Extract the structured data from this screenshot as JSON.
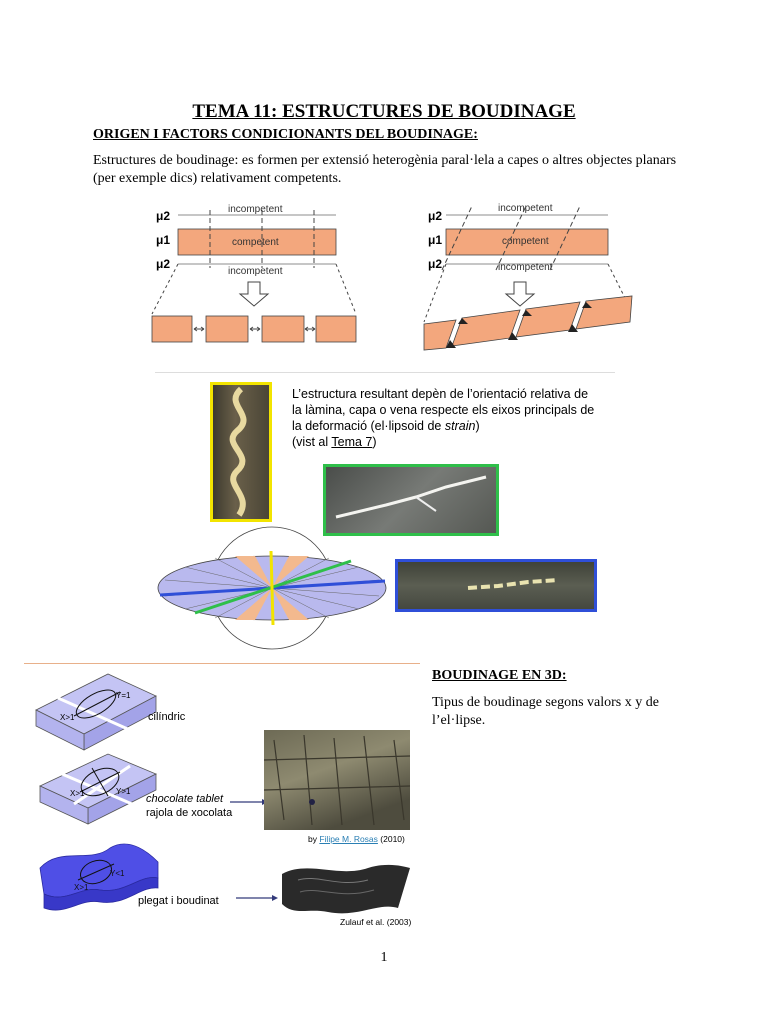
{
  "document": {
    "title": "TEMA 11: ESTRUCTURES DE BOUDINAGE",
    "section_title": "ORIGEN I FACTORS CONDICIONANTS DEL BOUDINAGE:",
    "intro_text": "Estructures de boudinage: es formen per extensió heterogènia paral·lela a capes o altres objectes planars (per exemple dics) relativament competents.",
    "section_3d_title": "BOUDINAGE EN 3D:",
    "section_3d_text": "Tipus de boudinage segons valors x y de l’el·lipse.",
    "page_number": "1"
  },
  "figure1": {
    "mu2": "μ2",
    "mu1": "μ1",
    "incompetent_top": "incompetent",
    "competent": "competent",
    "incompetent_bottom": "incompetent"
  },
  "figure2": {
    "line1": "L’estructura resultant depèn de l’orientació relativa de",
    "line2": "la làmina, capa o vena respecte els eixos principals de",
    "line3_a": "la deformació (el·lipsoid de ",
    "line3_b": "strain",
    "line3_c": ")",
    "line4_a": "(vist al ",
    "line4_link": "Tema 7",
    "line4_c": ")",
    "colors": {
      "yellow_border": "#f2e400",
      "green_border": "#2fbf4a",
      "blue_border": "#2f4fd8",
      "orange_fill": "#f3b98e",
      "violet_fill": "#b9b9ee"
    }
  },
  "figure3": {
    "label_cilindric": "cilíndric",
    "label_chocolate": "chocolate tablet",
    "label_rajola": "rajola de xocolata",
    "label_plegat": "plegat i boudinat",
    "credit_by": "by ",
    "credit_author": "Filipe M. Rosas",
    "credit_year": " (2010)",
    "credit_zulauf": "Zulauf et al. (2003)",
    "axis_x": "X>1",
    "axis_y": "Y=1",
    "axis_y2": "Y>1",
    "axis_y3": "Y<1"
  }
}
